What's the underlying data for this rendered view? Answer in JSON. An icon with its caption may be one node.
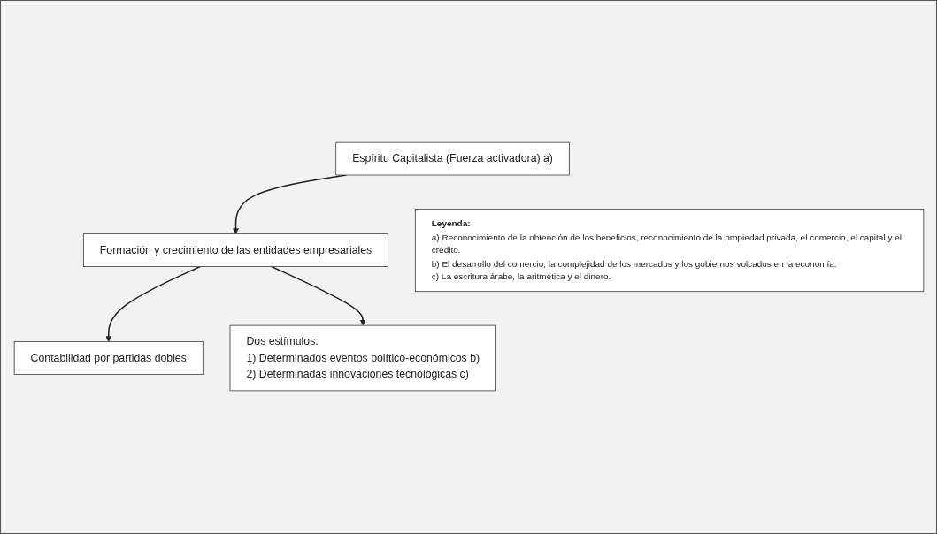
{
  "diagram": {
    "nodes": [
      {
        "text": [
          "Espíritu Capitalista (Fuerza activadora) a)"
        ]
      },
      {
        "text": [
          "Formación y crecimiento de las entidades empresariales"
        ]
      },
      {
        "text": [
          "Contabilidad por partidas dobles"
        ]
      },
      {
        "text": [
          "Dos estímulos:",
          "1) Determinados eventos político-económicos b)",
          "2) Determinadas innovaciones tecnológicas c)"
        ]
      },
      {
        "text": [
          "Leyenda:",
          "a) Reconocimiento de la obtención de los beneficios, reconocimiento de la propiedad privada, el comercio, el capital y el crédito.",
          "b) El desarrollo del comercio, la complejidad de los mercados y los gobiernos volcados en la economía.",
          "c) La escritura árabe, la aritmética y el dinero."
        ]
      }
    ],
    "edges": [
      {
        "from": 0,
        "to": 1,
        "arrow": "to"
      },
      {
        "from": 1,
        "to": 2,
        "arrow": "to"
      },
      {
        "from": 1,
        "to": 3,
        "arrow": "to"
      }
    ]
  }
}
